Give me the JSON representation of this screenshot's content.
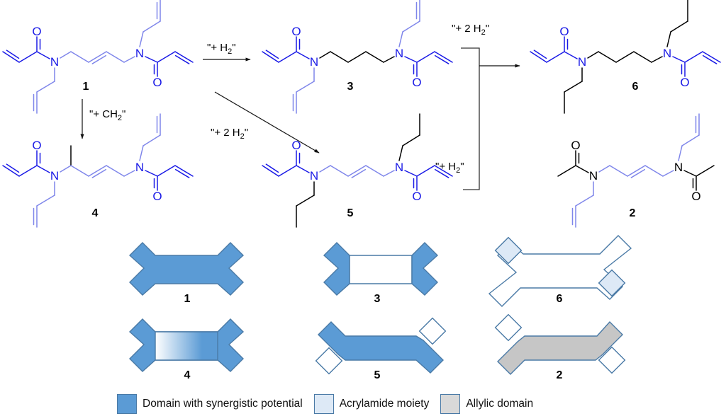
{
  "colors": {
    "acrylamide_blue": "#1a1ae6",
    "allyl_light_blue": "#7f86ea",
    "black": "#000000",
    "synergistic_fill": "#5b9bd5",
    "synergistic_stroke": "#4a7aa6",
    "acrylamide_fill": "#dde9f6",
    "allylic_fill": "#c6c6c6"
  },
  "compounds": [
    {
      "id": "1",
      "label": "1"
    },
    {
      "id": "2",
      "label": "2"
    },
    {
      "id": "3",
      "label": "3"
    },
    {
      "id": "4",
      "label": "4"
    },
    {
      "id": "5",
      "label": "5"
    },
    {
      "id": "6",
      "label": "6"
    }
  ],
  "atoms": {
    "oxygen": "O",
    "nitrogen": "N"
  },
  "reactions": [
    {
      "from": "1",
      "to": "3",
      "condition": "\"+ H",
      "sub": "2",
      "close": "\""
    },
    {
      "from": "1",
      "to": "4",
      "condition": "\"+ CH",
      "sub": "2",
      "close": "\""
    },
    {
      "from": "1",
      "to": "5",
      "condition": "\"+ 2 H",
      "sub": "2",
      "close": "\""
    },
    {
      "from": "3",
      "to": "6",
      "condition": "\"+ 2 H",
      "sub": "2",
      "close": "\""
    },
    {
      "from": "5",
      "to": "6",
      "condition": "\"+ H",
      "sub": "2",
      "close": "\""
    }
  ],
  "shapes": [
    {
      "compound": "1",
      "label": "1",
      "type": "full"
    },
    {
      "compound": "3",
      "label": "3",
      "type": "ends-only"
    },
    {
      "compound": "6",
      "label": "6",
      "type": "acrylamide-tips"
    },
    {
      "compound": "4",
      "label": "4",
      "type": "gradient-center"
    },
    {
      "compound": "5",
      "label": "5",
      "type": "open-tips"
    },
    {
      "compound": "2",
      "label": "2",
      "type": "allylic"
    }
  ],
  "legend": [
    {
      "key": "synergistic",
      "label": "Domain with synergistic potential"
    },
    {
      "key": "acrylamide",
      "label": "Acrylamide moiety"
    },
    {
      "key": "allylic",
      "label": "Allylic domain"
    }
  ]
}
